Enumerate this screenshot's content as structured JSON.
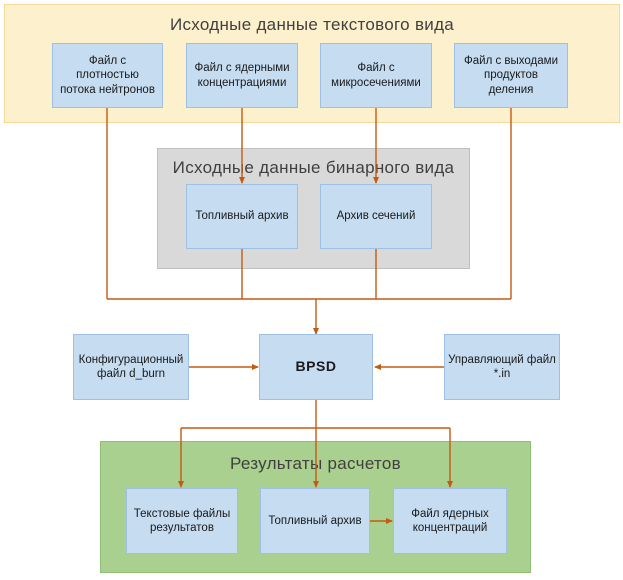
{
  "groups": {
    "text_input": "Исходные данные текстового вида",
    "binary_input": "Исходные данные бинарного вида",
    "results": "Результаты расчетов"
  },
  "boxes": {
    "flux_file": "Файл с\nплотностью\nпотока нейтронов",
    "nuclear_conc_file": "Файл с ядерными\nконцентрациями",
    "micro_xs_file": "Файл с\nмикросечениями",
    "fission_yields_file": "Файл с выходами\nпродуктов\nделения",
    "fuel_archive": "Топливный архив",
    "xs_archive": "Архив сечений",
    "config_file": "Конфигурационный\nфайл d_burn",
    "bpsd": "BPSD",
    "control_file": "Управляющий файл\n*.in",
    "text_results": "Текстовые файлы\nрезультатов",
    "fuel_archive_out": "Топливный архив",
    "nuclear_conc_out": "Файл ядерных\nконцентраций"
  },
  "colors": {
    "arrow": "#c55a11",
    "box_fill": "#c5dcf1",
    "text_group_fill": "#fdf0cd",
    "binary_group_fill": "#d9d9d9",
    "results_group_fill": "#a9d08e"
  }
}
